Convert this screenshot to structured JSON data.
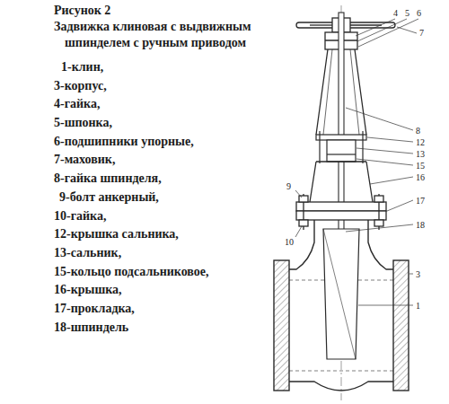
{
  "diagram": {
    "title": "Рисунок 2",
    "caption": "Задвижка клиновая с выдвижным шпинделем с ручным приводом",
    "labels": [
      "1-клин,",
      "3-корпус,",
      "4-гайка,",
      "5-шпонка,",
      "6-подшипники упорные,",
      "7-маховик,",
      "8-гайка шпинделя,",
      "9-болт анкерный,",
      "10-гайка,",
      "12-крышка сальника,",
      "13-сальник,",
      "15-кольцо подсальниковое,",
      "16-крышка,",
      "17-прокладка,",
      "18-шпиндель",
      "4",
      "5",
      "6",
      "7",
      "8",
      "12",
      "13",
      "15",
      "16",
      "17",
      "18",
      "9",
      "10",
      "1",
      "3"
    ]
  }
}
